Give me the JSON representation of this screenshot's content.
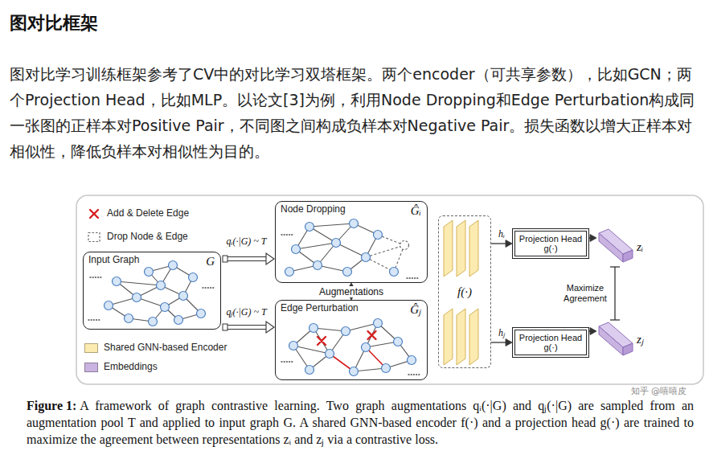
{
  "diagram": {
    "title": "图对比框架",
    "caption": "A framework of graph contrastive learning. Two graph augmentations qᵢ(·|G) and qⱼ(·|G) are sampled from an augmentation pool T and applied to input graph G. A shared GNN-based encoder f(·) and a projection head g(·) are trained to maximize the agreement between representations zᵢ and zⱼ via a contrastive loss.",
    "nodes": [
      {
        "text": [
          "Input Graph",
          "G"
        ]
      },
      {
        "text": [
          "Node Dropping",
          "Ĝᵢ"
        ]
      },
      {
        "text": [
          "Edge Perturbation",
          "Ĝⱼ"
        ]
      },
      {
        "text": [
          "f(·)"
        ]
      },
      {
        "text": [
          "Projection Head g(·)"
        ]
      },
      {
        "text": [
          "Projection Head g(·)"
        ]
      },
      {
        "text": [
          "zᵢ"
        ]
      },
      {
        "text": [
          "zⱼ"
        ]
      }
    ],
    "edges": [
      {
        "from": 0,
        "to": 1,
        "arrow": "to",
        "label": "qᵢ(·|G) ~ T"
      },
      {
        "from": 0,
        "to": 2,
        "arrow": "to",
        "label": "qⱼ(·|G) ~ T"
      },
      {
        "from": 1,
        "to": 2,
        "arrow": "both",
        "label": "Augmentations"
      },
      {
        "from": 3,
        "to": 4,
        "arrow": "to",
        "label": "hᵢ"
      },
      {
        "from": 3,
        "to": 5,
        "arrow": "to",
        "label": "hⱼ"
      },
      {
        "from": 4,
        "to": 6,
        "arrow": "to"
      },
      {
        "from": 5,
        "to": 7,
        "arrow": "to"
      },
      {
        "from": 6,
        "to": 7,
        "arrow": "none",
        "label": "Maximize Agreement"
      }
    ],
    "labels": [
      "图对比学习训练框架参考了CV中的对比学习双塔框架。两个encoder（可共享参数），比如GCN；两个Projection Head，比如MLP。以论文[3]为例，利用Node Dropping和Edge Perturbation构成同一张图的正样本对Positive Pair，不同图之间构成负样本对Negative Pair。损失函数以增大正样本对相似性，降低负样本对相似性为目的。",
      "Figure 1:",
      "知乎 @嘻嘻皮"
    ],
    "legend": [
      {
        "text": "Add & Delete Edge"
      },
      {
        "text": "Drop Node & Edge"
      },
      {
        "text": "Shared GNN-based Encoder",
        "color": "#fcebb0"
      },
      {
        "text": "Embeddings",
        "color": "#c9b3e0"
      }
    ]
  }
}
